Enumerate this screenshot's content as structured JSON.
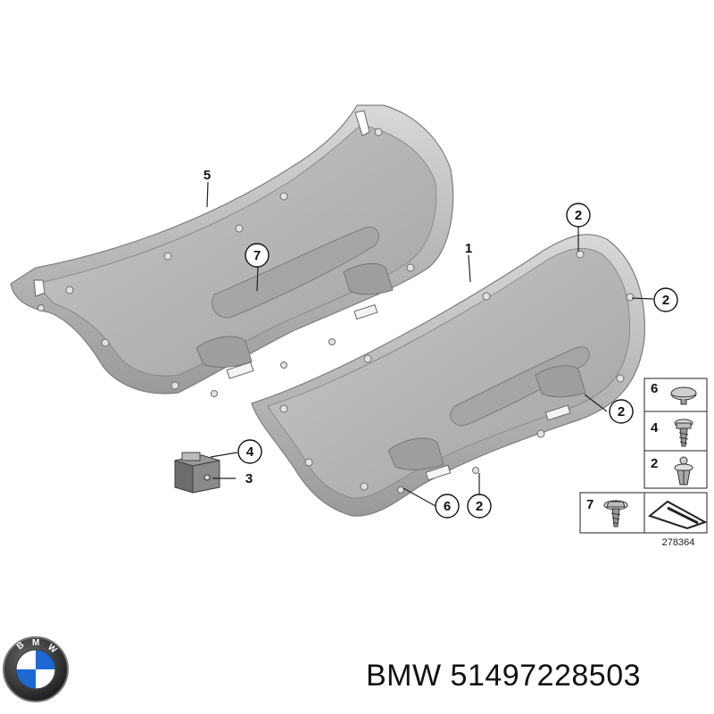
{
  "diagram": {
    "figure_number": "278364",
    "callouts": {
      "trim_upper": "5",
      "trim_lower": "1",
      "handle": "7",
      "clip_a": "4",
      "clip_b": "3",
      "tr_a": "2",
      "tr_b": "2",
      "mid_right": "2",
      "bottom_a": "6",
      "bottom_b": "2"
    },
    "legend": [
      {
        "num": "6",
        "icon": "push-rivet-icon"
      },
      {
        "num": "4",
        "icon": "screw-with-cap-icon"
      },
      {
        "num": "2",
        "icon": "expanding-rivet-icon"
      },
      {
        "num": "7",
        "icon": "hex-screw-icon"
      }
    ]
  },
  "brand": {
    "logo_text": "BMW",
    "caption": "BMW 51497228503"
  }
}
